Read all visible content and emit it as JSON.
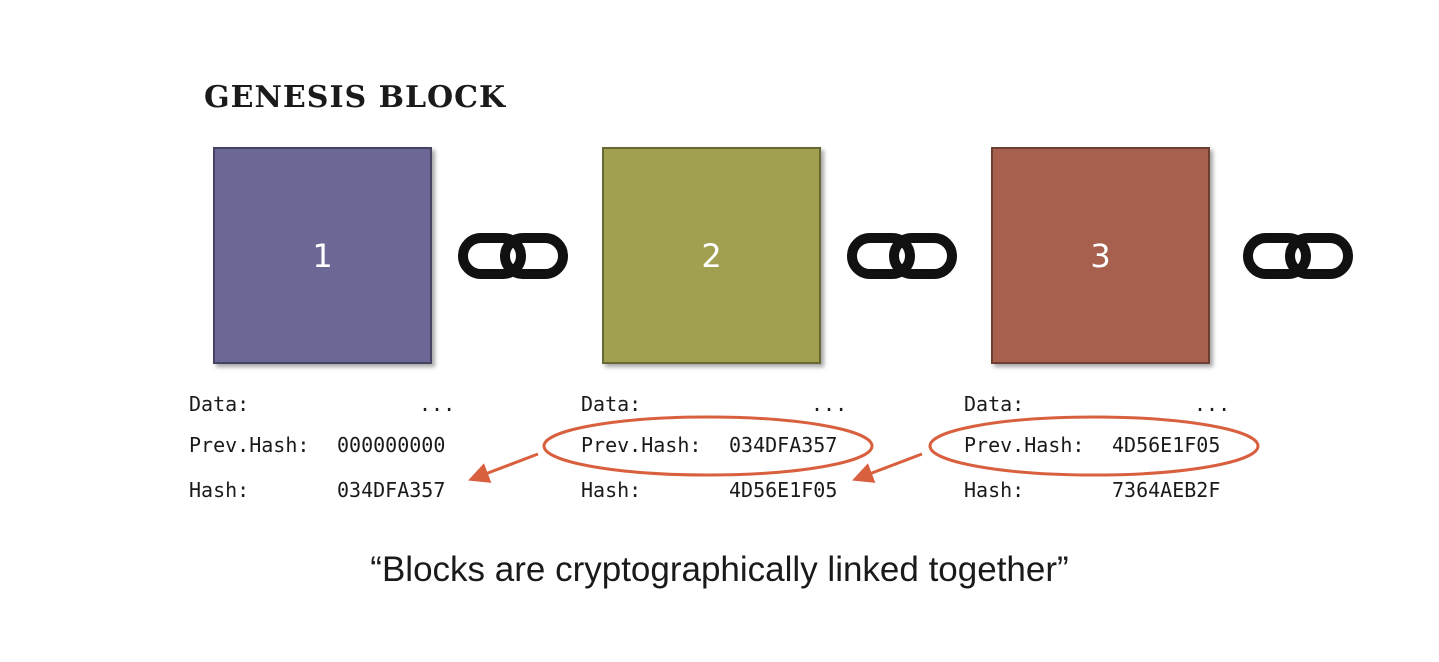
{
  "heading": "GENESIS BLOCK",
  "blocks": [
    {
      "number": "1",
      "color": "#6b6896",
      "data_label": "Data:",
      "data_value": "...",
      "prev_label": "Prev.Hash:",
      "prev_value": "000000000",
      "hash_label": "Hash:",
      "hash_value": "034DFA357"
    },
    {
      "number": "2",
      "color": "#a0a050",
      "data_label": "Data:",
      "data_value": "...",
      "prev_label": "Prev.Hash:",
      "prev_value": "034DFA357",
      "hash_label": "Hash:",
      "hash_value": "4D56E1F05"
    },
    {
      "number": "3",
      "color": "#a8604e",
      "data_label": "Data:",
      "data_value": "...",
      "prev_label": "Prev.Hash:",
      "prev_value": "4D56E1F05",
      "hash_label": "Hash:",
      "hash_value": "7364AEB2F"
    }
  ],
  "chain_icons": [
    "chain-link-icon",
    "chain-link-icon",
    "chain-link-icon"
  ],
  "highlight_color": "#d9603e",
  "caption": "“Blocks are cryptographically linked together”"
}
